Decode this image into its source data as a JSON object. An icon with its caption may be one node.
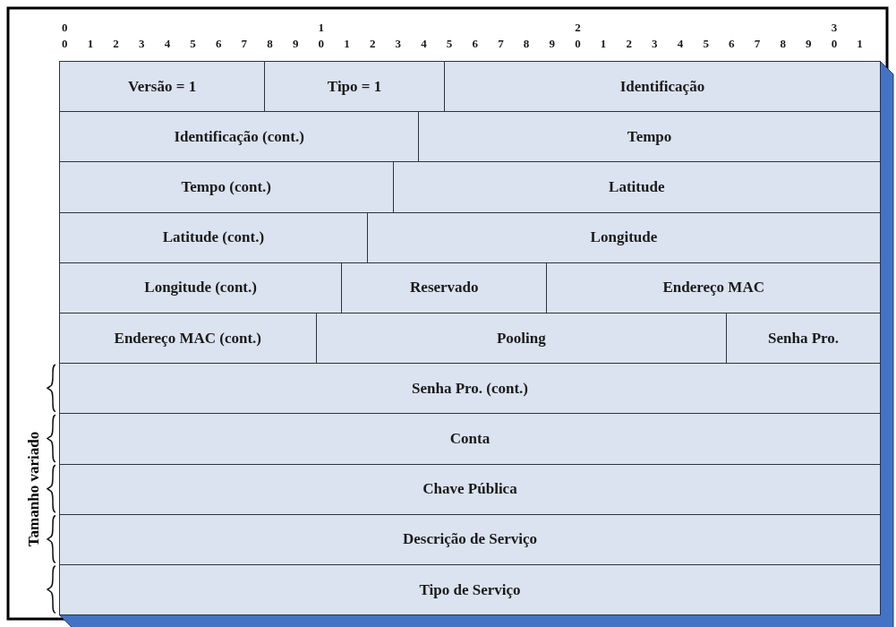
{
  "diagram": {
    "nodes": [
      {
        "text": [
          "Versão = 1"
        ]
      },
      {
        "text": [
          "Tipo = 1"
        ]
      },
      {
        "text": [
          "Identificação"
        ]
      },
      {
        "text": [
          "Identificação (cont.)"
        ]
      },
      {
        "text": [
          "Tempo"
        ]
      },
      {
        "text": [
          "Tempo (cont.)"
        ]
      },
      {
        "text": [
          "Latitude"
        ]
      },
      {
        "text": [
          "Latitude (cont.)"
        ]
      },
      {
        "text": [
          "Longitude"
        ]
      },
      {
        "text": [
          "Longitude (cont.)"
        ]
      },
      {
        "text": [
          "Reservado"
        ]
      },
      {
        "text": [
          "Endereço MAC"
        ]
      },
      {
        "text": [
          "Endereço MAC (cont.)"
        ]
      },
      {
        "text": [
          "Pooling"
        ]
      },
      {
        "text": [
          "Senha Pro."
        ]
      },
      {
        "text": [
          "Senha Pro. (cont.)"
        ]
      },
      {
        "text": [
          "Conta"
        ]
      },
      {
        "text": [
          "Chave Pública"
        ]
      },
      {
        "text": [
          "Descrição de Serviço"
        ]
      },
      {
        "text": [
          "Tipo de Serviço"
        ]
      }
    ],
    "labels": [
      "0",
      "1",
      "2",
      "3",
      "0",
      "1",
      "2",
      "3",
      "4",
      "5",
      "6",
      "7",
      "8",
      "9",
      "0",
      "1",
      "2",
      "3",
      "4",
      "5",
      "6",
      "7",
      "8",
      "9",
      "0",
      "1",
      "2",
      "3",
      "4",
      "5",
      "6",
      "7",
      "8",
      "9",
      "0",
      "1",
      "Tamanho variado"
    ]
  }
}
